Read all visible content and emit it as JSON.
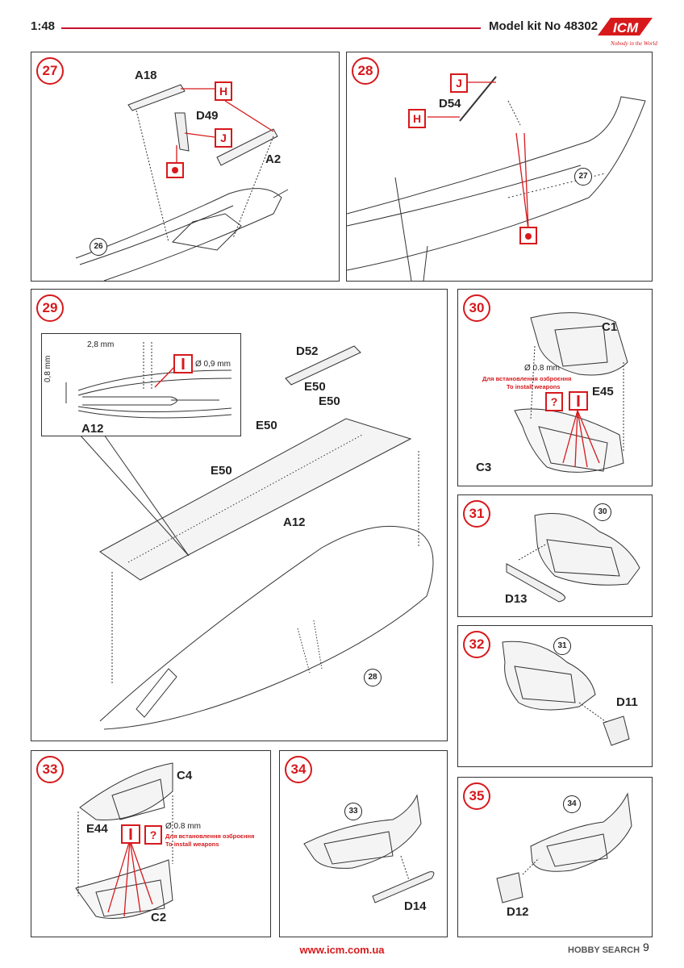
{
  "header": {
    "scale": "1:48",
    "kit": "Model kit No 48302",
    "logo_text": "ICM",
    "logo_tagline": "Nobody in the World"
  },
  "footer": {
    "url": "www.icm.com.ua",
    "page": "9",
    "watermark": "HOBBY SEARCH"
  },
  "colors": {
    "accent": "#d7191c"
  },
  "steps": {
    "s27": {
      "num": "27",
      "parts": {
        "a18": "A18",
        "d49": "D49",
        "a2": "A2"
      },
      "ref": "26",
      "marks": {
        "h": "H",
        "j": "J"
      }
    },
    "s28": {
      "num": "28",
      "parts": {
        "d54": "D54"
      },
      "ref": "27",
      "marks": {
        "h": "H",
        "j": "J"
      }
    },
    "s29": {
      "num": "29",
      "parts": {
        "d52": "D52",
        "e50a": "E50",
        "e50b": "E50",
        "e50c": "E50",
        "e50d": "E50",
        "a12": "A12",
        "a12_inset": "A12"
      },
      "ref": "28",
      "dims": {
        "width": "2,8 mm",
        "height": "0,8 mm",
        "drill": "Ø 0,9 mm"
      }
    },
    "s30": {
      "num": "30",
      "parts": {
        "c1": "C1",
        "e45": "E45",
        "c3": "C3"
      },
      "drill": "Ø 0.8 mm",
      "note_ua": "Для встановлення озброєння",
      "note_en": "To install weapons",
      "q": "?"
    },
    "s31": {
      "num": "31",
      "parts": {
        "d13": "D13"
      },
      "ref": "30"
    },
    "s32": {
      "num": "32",
      "parts": {
        "d11": "D11"
      },
      "ref": "31"
    },
    "s33": {
      "num": "33",
      "parts": {
        "c4": "C4",
        "e44": "E44",
        "c2": "C2"
      },
      "drill": "Ø 0.8 mm",
      "note_ua": "Для встановлення озброєння",
      "note_en": "To install weapons",
      "q": "?"
    },
    "s34": {
      "num": "34",
      "parts": {
        "d14": "D14"
      },
      "ref": "33"
    },
    "s35": {
      "num": "35",
      "parts": {
        "d12": "D12"
      },
      "ref": "34"
    }
  }
}
